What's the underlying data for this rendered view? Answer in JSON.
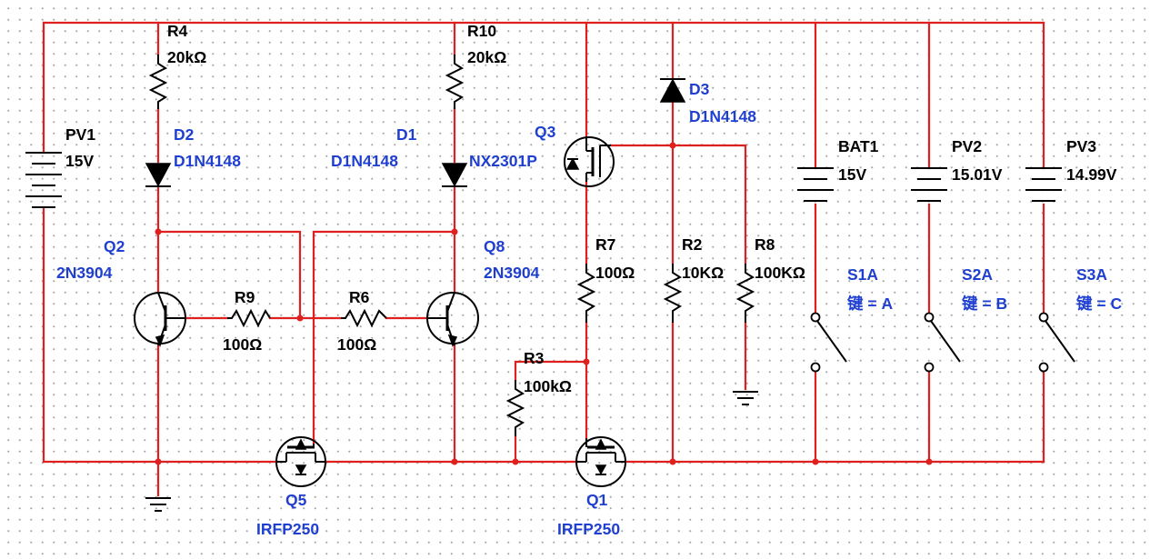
{
  "colors": {
    "wire": "#e01f1f",
    "ref_label": "#000000",
    "value_label": "#1f3fd0",
    "component": "#000000",
    "grid_dot": "#a6a6a6"
  },
  "components": {
    "PV1": {
      "ref": "PV1",
      "value": "15V"
    },
    "R4": {
      "ref": "R4",
      "value": "20kΩ"
    },
    "D2": {
      "ref": "D2",
      "value": "D1N4148"
    },
    "Q2": {
      "ref": "Q2",
      "value": "2N3904"
    },
    "R9": {
      "ref": "R9",
      "value": "100Ω"
    },
    "R6": {
      "ref": "R6",
      "value": "100Ω"
    },
    "Q5": {
      "ref": "Q5",
      "value": "IRFP250"
    },
    "R10": {
      "ref": "R10",
      "value": "20kΩ"
    },
    "D1": {
      "ref": "D1",
      "value": "D1N4148"
    },
    "Q8": {
      "ref": "Q8",
      "value": "2N3904"
    },
    "Q3": {
      "ref": "Q3",
      "value": "NX2301P"
    },
    "R7": {
      "ref": "R7",
      "value": "100Ω"
    },
    "R3": {
      "ref": "R3",
      "value": "100kΩ"
    },
    "Q1": {
      "ref": "Q1",
      "value": "IRFP250"
    },
    "D3": {
      "ref": "D3",
      "value": "D1N4148"
    },
    "R2": {
      "ref": "R2",
      "value": "10KΩ"
    },
    "R8": {
      "ref": "R8",
      "value": "100KΩ"
    },
    "BAT1": {
      "ref": "BAT1",
      "value": "15V"
    },
    "PV2": {
      "ref": "PV2",
      "value": "15.01V"
    },
    "PV3": {
      "ref": "PV3",
      "value": "14.99V"
    },
    "S1A": {
      "ref": "S1A",
      "value": "键 = A"
    },
    "S2A": {
      "ref": "S2A",
      "value": "键 = B"
    },
    "S3A": {
      "ref": "S3A",
      "value": "键 = C"
    }
  }
}
